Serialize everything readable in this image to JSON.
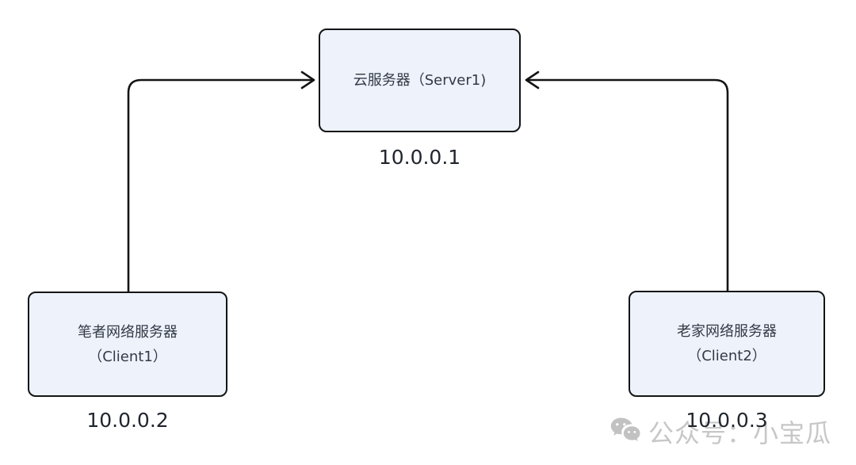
{
  "diagram": {
    "type": "network-topology",
    "background_color": "#ffffff",
    "node_fill_color": "#edf2fb",
    "node_border_color": "#141414",
    "arrow_color": "#141414",
    "nodes": {
      "server": {
        "label": "云服务器（Server1)",
        "ip": "10.0.0.1"
      },
      "client1": {
        "label_line1": "笔者网络服务器",
        "label_line2": "（Client1）",
        "ip": "10.0.0.2"
      },
      "client2": {
        "label_line1": "老家网络服务器",
        "label_line2": "（Client2）",
        "ip": "10.0.0.3"
      }
    },
    "edges": [
      {
        "from": "client1",
        "to": "server",
        "style": "elbow-arrow"
      },
      {
        "from": "client2",
        "to": "server",
        "style": "elbow-arrow"
      }
    ],
    "watermark": {
      "icon": "wechat-icon",
      "text": "公众号：小宝瓜",
      "color": "#c7c7c7"
    }
  }
}
